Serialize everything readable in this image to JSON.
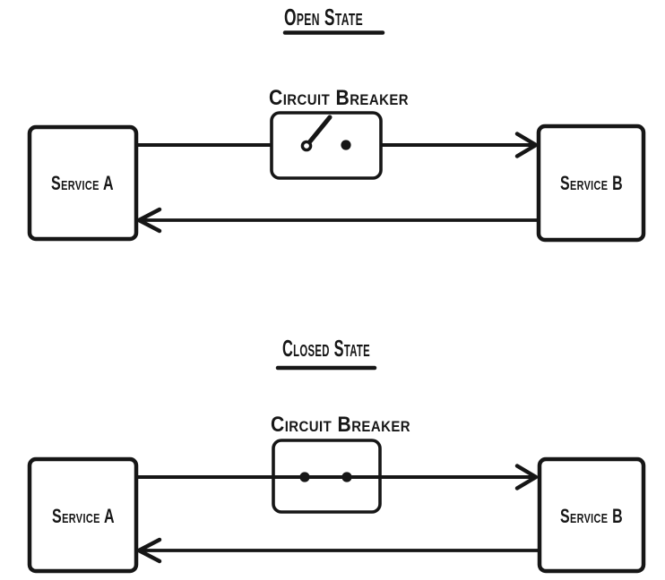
{
  "colors": {
    "ink": "#161616",
    "background": "#ffffff"
  },
  "sections": [
    {
      "name": "open",
      "title": "Open State",
      "circuit_breaker": {
        "label": "Circuit Breaker",
        "state": "open"
      },
      "services": {
        "left": "Service A",
        "right": "Service B"
      }
    },
    {
      "name": "closed",
      "title": "Closed State",
      "circuit_breaker": {
        "label": "Circuit Breaker",
        "state": "closed"
      },
      "services": {
        "left": "Service A",
        "right": "Service B"
      }
    }
  ]
}
